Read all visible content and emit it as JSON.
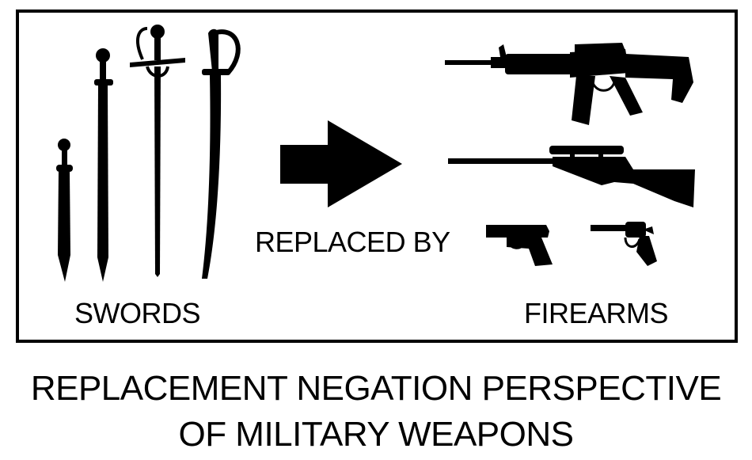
{
  "panel": {
    "left_label": "SWORDS",
    "middle_label": "REPLACED BY",
    "right_label": "FIREARMS"
  },
  "caption": {
    "line1": "REPLACEMENT NEGATION PERSPECTIVE",
    "line2": "OF MILITARY WEAPONS"
  },
  "icons": {
    "swords": [
      "gladius-sword-icon",
      "longsword-icon",
      "rapier-icon",
      "sabre-icon"
    ],
    "arrow": "right-arrow-icon",
    "firearms": [
      "assault-rifle-icon",
      "scoped-rifle-icon",
      "pistol-icon",
      "revolver-icon"
    ]
  },
  "colors": {
    "ink": "#000000",
    "background": "#ffffff"
  }
}
